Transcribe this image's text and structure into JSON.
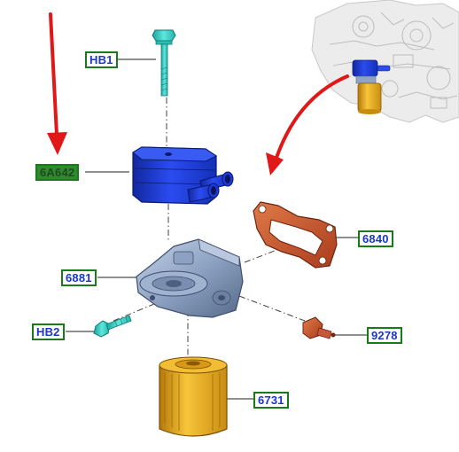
{
  "diagram": {
    "callouts": [
      {
        "id": "HB1",
        "label": "HB1",
        "part": "bolt"
      },
      {
        "id": "6A642",
        "label": "6A642",
        "part": "oil-cooler",
        "highlighted": true
      },
      {
        "id": "6840",
        "label": "6840",
        "part": "gasket"
      },
      {
        "id": "6881",
        "label": "6881",
        "part": "oil-filter-adapter"
      },
      {
        "id": "HB2",
        "label": "HB2",
        "part": "bolt"
      },
      {
        "id": "9278",
        "label": "9278",
        "part": "oil-pressure-sensor"
      },
      {
        "id": "6731",
        "label": "6731",
        "part": "oil-filter"
      }
    ],
    "colors": {
      "callout_border": "#1a7a1a",
      "callout_text": "#1a37c8",
      "highlight_fill": "#2f8a2f",
      "pointer_arrow": "#e01818",
      "oil_cooler": "#1f3ad8",
      "filter": "#e3a417",
      "bolt": "#2ec9c0",
      "gasket": "#c8563a",
      "adapter": "#7e95b8"
    },
    "icons": [
      "engine-locator-thumbnail",
      "red-pointer-arrow",
      "red-curved-arrow"
    ]
  }
}
